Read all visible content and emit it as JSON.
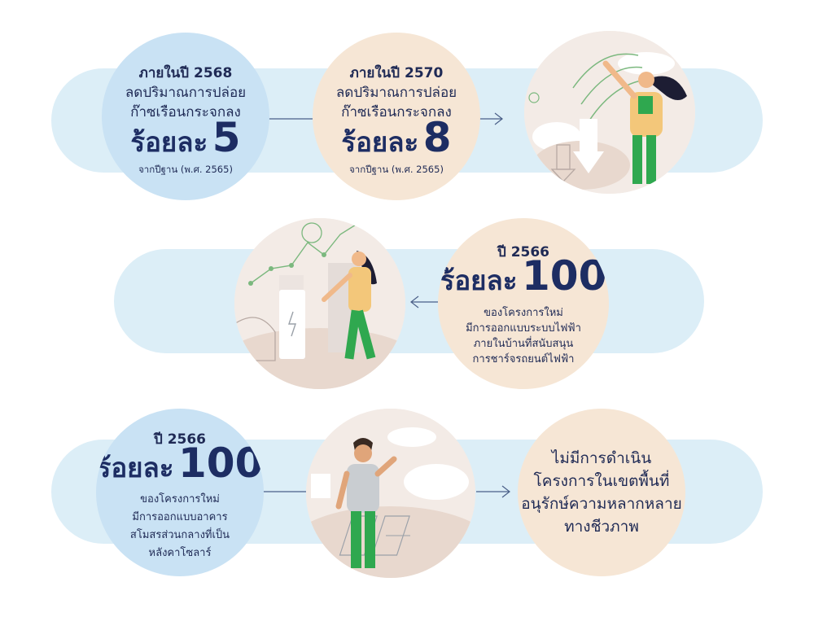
{
  "row1": {
    "card1": {
      "line1": "ภายในปี 2568",
      "line2": "ลดปริมาณการปล่อย",
      "line3": "ก๊าซเรือนกระจกลง",
      "big_word": "ร้อยละ",
      "big_num": "5",
      "note": "จากปีฐาน (พ.ศ. 2565)"
    },
    "card2": {
      "line1": "ภายในปี 2570",
      "line2": "ลดปริมาณการปล่อย",
      "line3": "ก๊าซเรือนกระจกลง",
      "big_word": "ร้อยละ",
      "big_num": "8",
      "note": "จากปีฐาน (พ.ศ. 2565)"
    }
  },
  "row2": {
    "card": {
      "year": "ปี 2566",
      "big_word": "ร้อยละ",
      "big_num": "100",
      "line1": "ของโครงการใหม่",
      "line2": "มีการออกแบบระบบไฟฟ้า",
      "line3": "ภายในบ้านที่สนับสนุน",
      "line4": "การชาร์จรถยนต์ไฟฟ้า"
    }
  },
  "row3": {
    "card1": {
      "year": "ปี 2566",
      "big_word": "ร้อยละ",
      "big_num": "100",
      "line1": "ของโครงการใหม่",
      "line2": "มีการออกแบบอาคาร",
      "line3": "สโมสรส่วนกลางที่เป็น",
      "line4": "หลังคาโซลาร์"
    },
    "card2": {
      "line1": "ไม่มีการดำเนิน",
      "line2": "โครงการในเขตพื้นที่",
      "line3": "อนุรักษ์ความหลากหลาย",
      "line4": "ทางชีวภาพ"
    }
  },
  "colors": {
    "band": "#dceef7",
    "blue_circle": "#c9e2f4",
    "beige_circle": "#f6e6d5",
    "text_dark": "#1d2d63",
    "accent_green": "#2fa84f",
    "accent_yellow": "#f3c77a"
  }
}
